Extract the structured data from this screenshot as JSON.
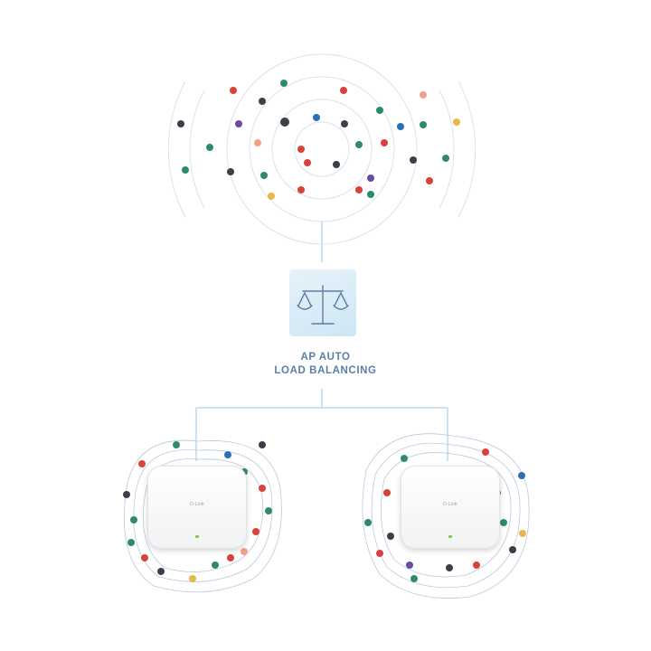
{
  "diagram": {
    "label_line1": "AP AUTO",
    "label_line2": "LOAD BALANCING",
    "center_icon": "balance-scale-icon",
    "access_points": [
      {
        "brand": "D-Link",
        "led_color": "#7ec84a"
      },
      {
        "brand": "D-Link",
        "led_color": "#7ec84a"
      }
    ]
  },
  "colors": {
    "accent": "#5b7fa6",
    "connector": "#cfe1ee",
    "ripple": "#b9c9dc",
    "people": [
      "#d8423a",
      "#2f8a6a",
      "#3a3f4a",
      "#f0a18a",
      "#6a4aa0",
      "#2c6fb3",
      "#e7b84a"
    ]
  }
}
